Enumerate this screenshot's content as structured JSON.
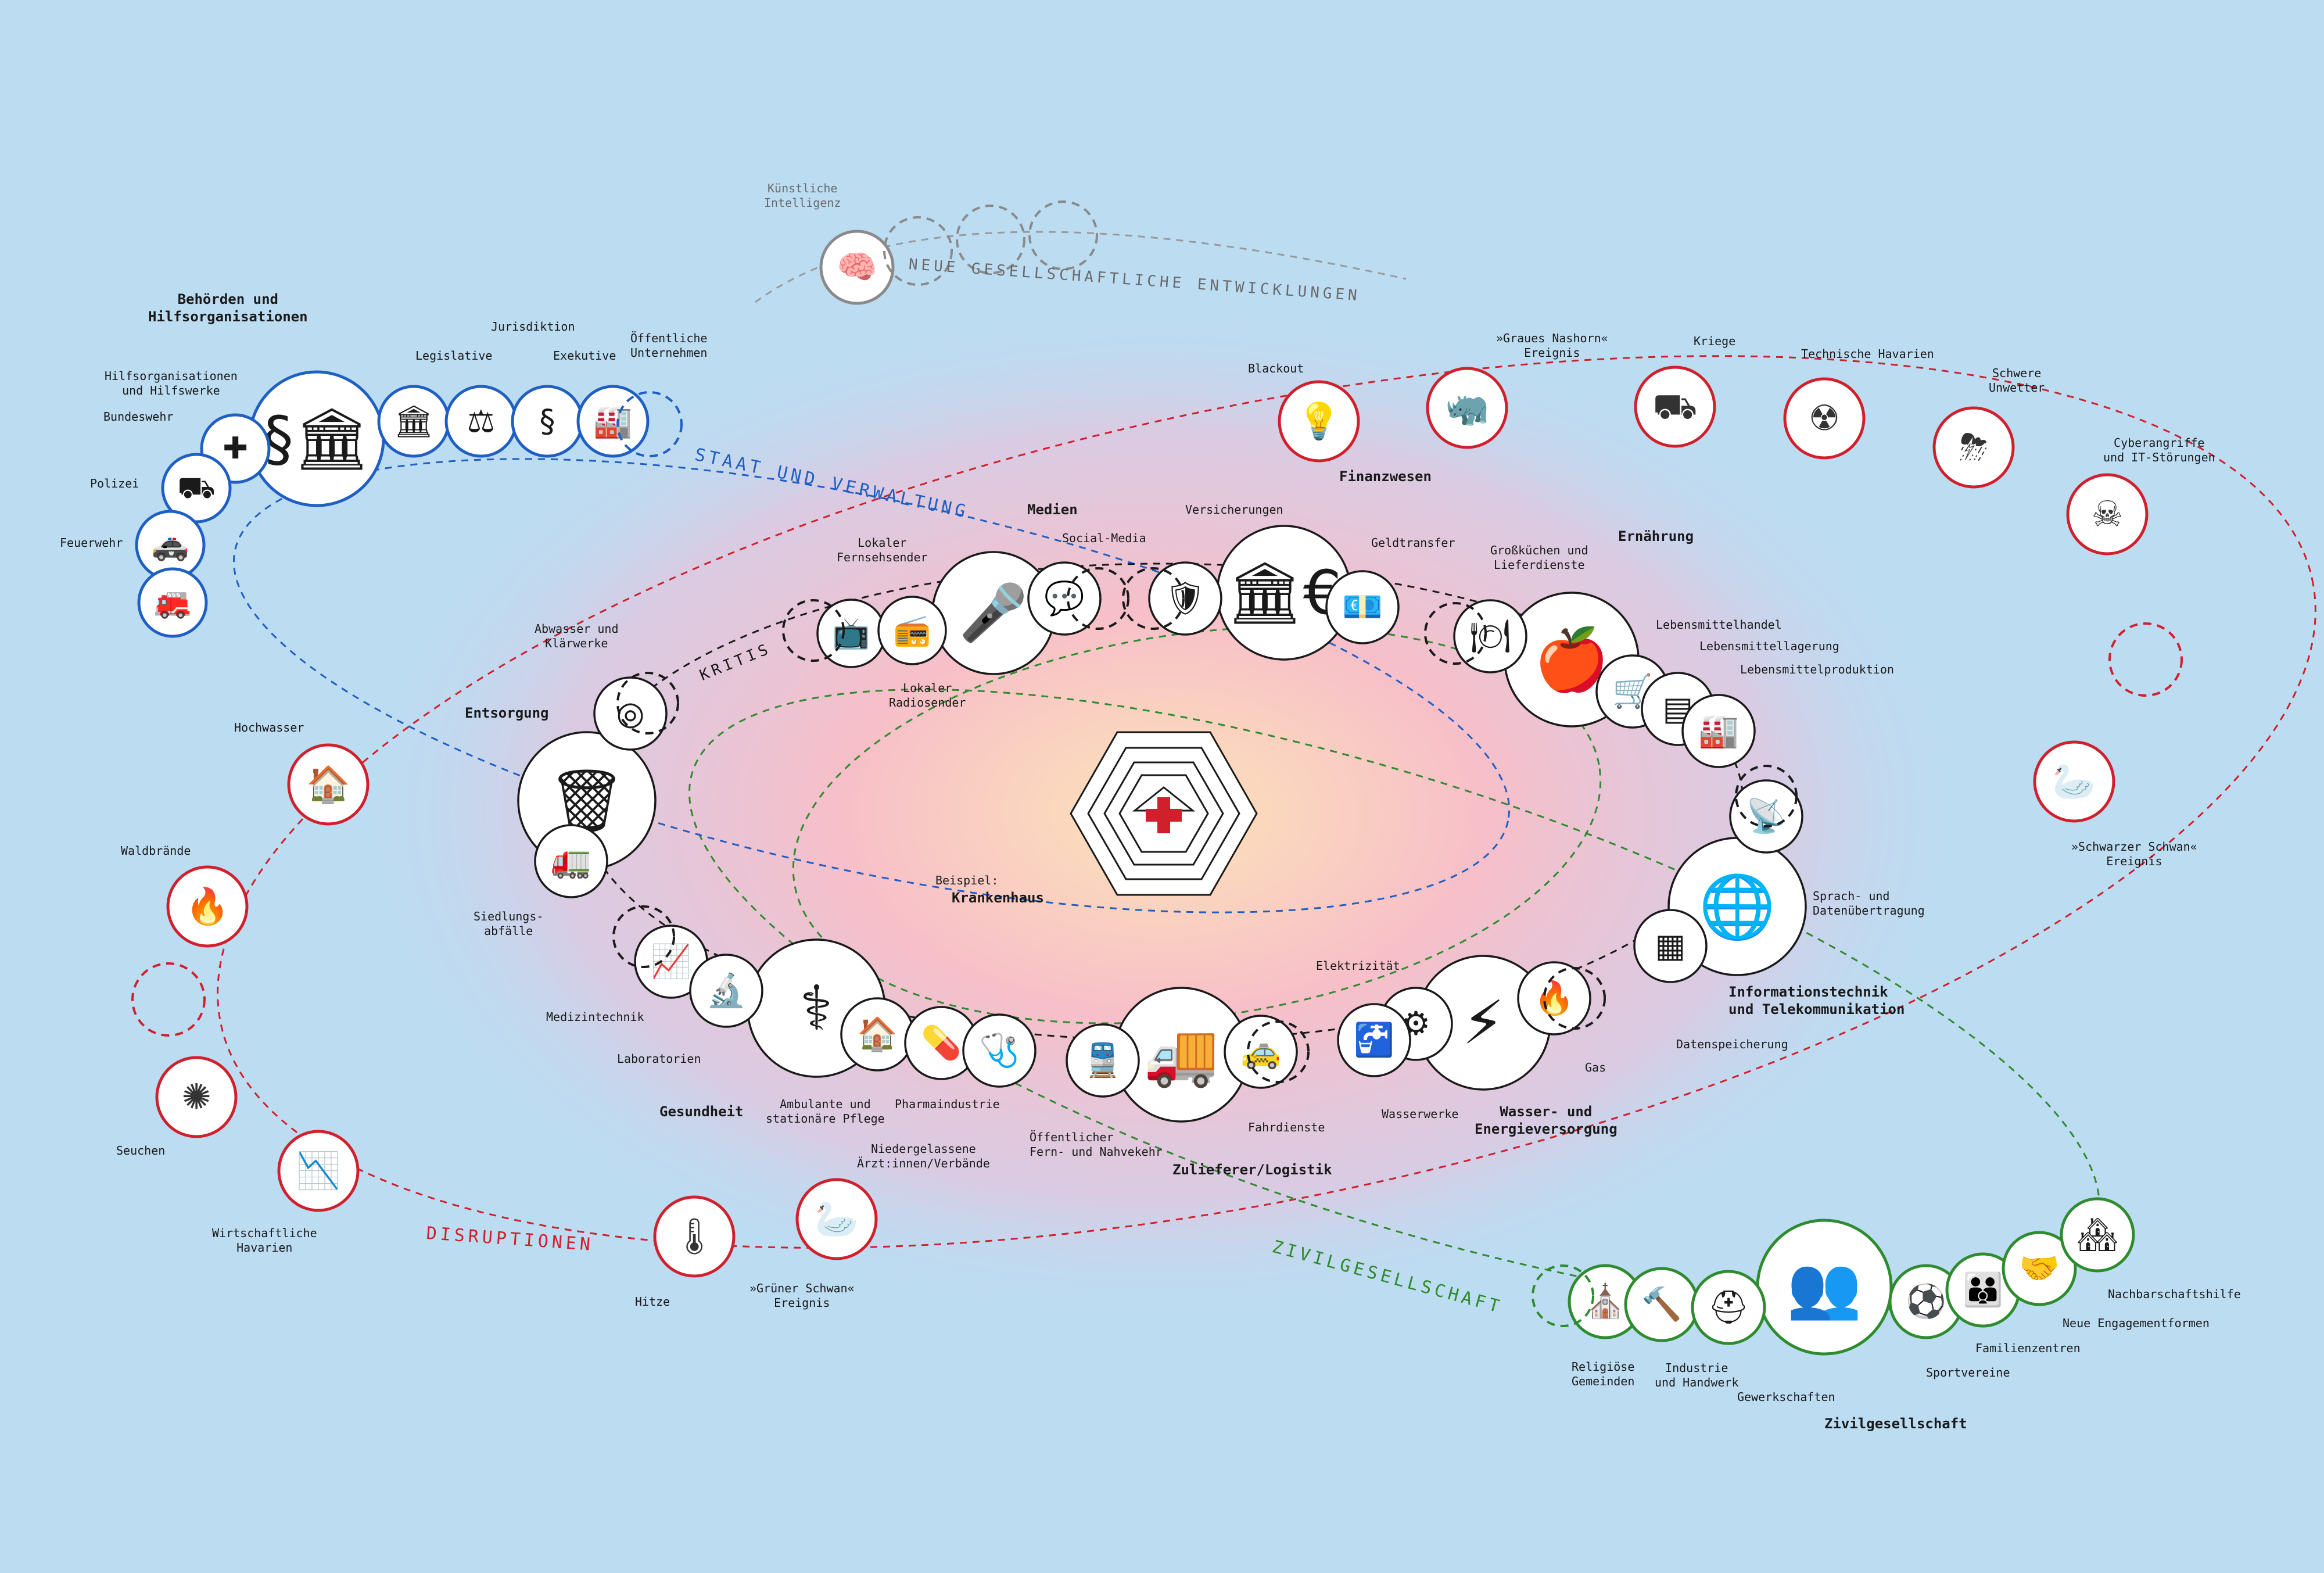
{
  "center": {
    "label_line1": "Beispiel:",
    "label_line2": "Krankenhaus"
  },
  "rings": {
    "staat": "STAAT UND VERWALTUNG",
    "kritis": "KRITIS",
    "disruptionen": "DISRUPTIONEN",
    "zivil": "ZIVILGESELLSCHAFT",
    "neue": "NEUE GESELLSCHAFTLICHE ENTWICKLUNGEN"
  },
  "colors": {
    "staat": "#1f5fc4",
    "disruption": "#d0202c",
    "zivil": "#2e8b2e",
    "neutral": "#8a8a8a",
    "background": "#bcdcf2"
  },
  "staat": {
    "title": "Behörden und\nHilfsorganisationen",
    "items": {
      "hilfsorg": "Hilfsorganisationen\nund Hilfswerke",
      "bundeswehr": "Bundeswehr",
      "polizei": "Polizei",
      "feuerwehr": "Feuerwehr",
      "legislative": "Legislative",
      "jurisdiktion": "Jurisdiktion",
      "exekutive": "Exekutive",
      "unternehmen": "Öffentliche\nUnternehmen"
    }
  },
  "kritis": {
    "medien": {
      "title": "Medien",
      "fernsehen": "Lokaler\nFernsehsender",
      "social": "Social-Media",
      "radio": "Lokaler\nRadiosender"
    },
    "finanz": {
      "title": "Finanzwesen",
      "versicherungen": "Versicherungen",
      "geldtransfer": "Geldtransfer"
    },
    "ernaehrung": {
      "title": "Ernährung",
      "kuechen": "Großküchen und\nLieferdienste",
      "handel": "Lebensmittelhandel",
      "lagerung": "Lebensmittellagerung",
      "produktion": "Lebensmittelproduktion"
    },
    "it": {
      "title": "Informationstechnik\nund Telekommunikation",
      "sprache": "Sprach- und\nDatenübertragung",
      "speicher": "Datenspeicherung"
    },
    "energie": {
      "title": "Wasser- und\nEnergieversorgung",
      "elektrizitaet": "Elektrizität",
      "gas": "Gas",
      "wasserwerke": "Wasserwerke"
    },
    "logistik": {
      "title": "Zulieferer/Logistik",
      "oepnv": "Öffentlicher\nFern- und Nahvekehr",
      "fahrdienste": "Fahrdienste"
    },
    "gesundheit": {
      "title": "Gesundheit",
      "medizintechnik": "Medizintechnik",
      "labor": "Laboratorien",
      "pflege": "Ambulante und\nstationäre Pflege",
      "pharma": "Pharmaindustrie",
      "aerzte": "Niedergelassene\nÄrzt:innen/Verbände"
    },
    "entsorgung": {
      "title": "Entsorgung",
      "abwasser": "Abwasser und\nKlärwerke",
      "siedlung": "Siedlungs-\nabfälle"
    }
  },
  "disruptionen": {
    "blackout": "Blackout",
    "nashorn": "»Graues Nashorn«\nEreignis",
    "kriege": "Kriege",
    "havarien": "Technische Havarien",
    "unwetter": "Schwere\nUnwetter",
    "cyber": "Cyberangriffe\nund IT-Störungen",
    "schwarz": "»Schwarzer Schwan«\nEreignis",
    "hochwasser": "Hochwasser",
    "waldbraende": "Waldbrände",
    "seuchen": "Seuchen",
    "wirtschaft": "Wirtschaftliche\nHavarien",
    "hitze": "Hitze",
    "gruen": "»Grüner Schwan«\nEreignis"
  },
  "zivil": {
    "title": "Zivilgesellschaft",
    "religion": "Religiöse\nGemeinden",
    "industrie": "Industrie\nund Handwerk",
    "gewerkschaften": "Gewerkschaften",
    "sport": "Sportvereine",
    "familie": "Familienzentren",
    "engagement": "Neue Engagementformen",
    "nachbarschaft": "Nachbarschaftshilfe"
  },
  "neue": {
    "ki": "Künstliche\nIntelligenz"
  }
}
